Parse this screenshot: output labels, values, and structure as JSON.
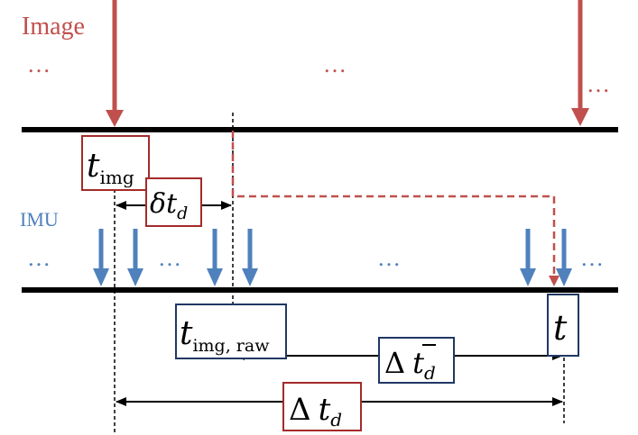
{
  "labels": {
    "image": "Image",
    "imu": "IMU",
    "dots": "…"
  },
  "boxes": {
    "t_img": {
      "main": "t",
      "sub": "img"
    },
    "delta_t_d": {
      "prefix": "δt",
      "sub": "d"
    },
    "t_img_raw": {
      "main": "t",
      "sub": "img, raw"
    },
    "t": {
      "main": "t"
    },
    "delta_tbar_d": {
      "prefix": "Δ",
      "main": "t",
      "sub": "d"
    },
    "delta_t_d_big": {
      "prefix": "Δ",
      "main": "t",
      "sub": "d"
    }
  },
  "colors": {
    "image_red": "#c0504d",
    "imu_blue": "#4f81bd",
    "box_red": "#a52a2a",
    "box_blue": "#1f3864",
    "line": "#000000"
  }
}
